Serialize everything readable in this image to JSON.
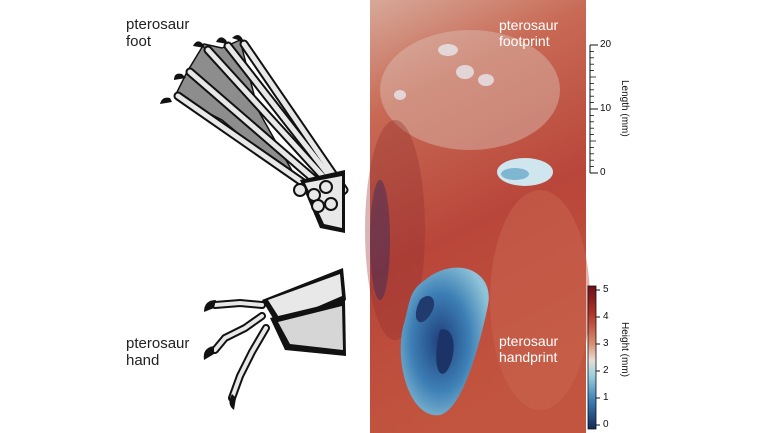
{
  "labels": {
    "foot": "pterosaur\nfoot",
    "hand": "pterosaur\nhand",
    "footprint": "pterosaur\nfootprint",
    "handprint": "pterosaur\nhandprint"
  },
  "length_scale": {
    "title": "Length (mm)",
    "ticks": [
      "20",
      "10",
      "0"
    ]
  },
  "height_scale": {
    "title": "Height (mm)",
    "ticks": [
      "5",
      "4",
      "3",
      "2",
      "1",
      "0"
    ],
    "colors": [
      "#6b0f1a",
      "#b2352b",
      "#d98d70",
      "#e9dcd6",
      "#9ed2df",
      "#3d7fb5",
      "#13275a"
    ]
  }
}
